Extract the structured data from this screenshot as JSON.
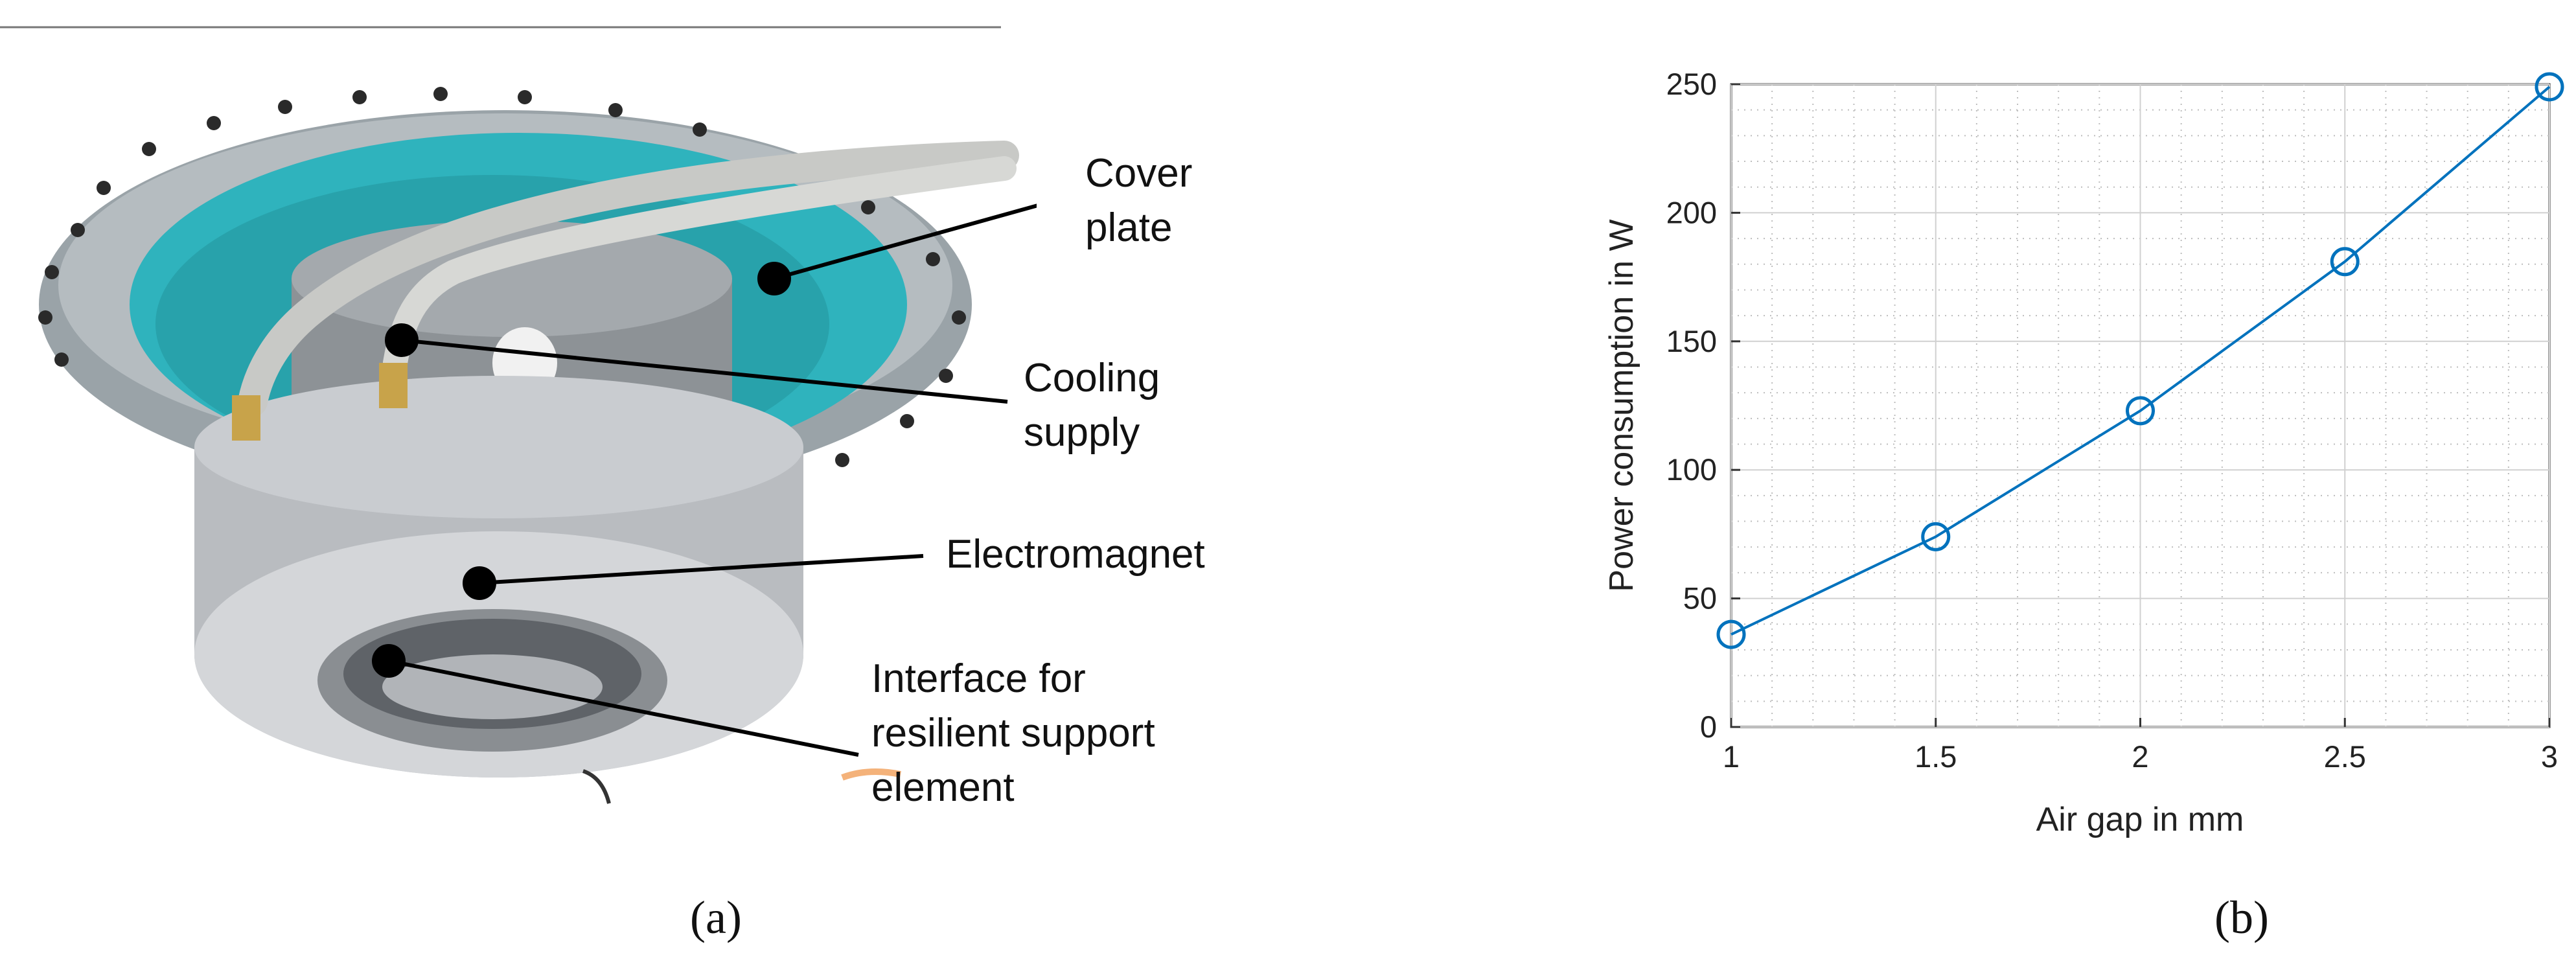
{
  "figure": {
    "panel_a_label": "(a)",
    "panel_b_label": "(b)"
  },
  "photo": {
    "callouts": [
      {
        "lines": [
          "Cover",
          "plate"
        ]
      },
      {
        "lines": [
          "Cooling",
          "supply"
        ]
      },
      {
        "lines": [
          "Electromagnet"
        ]
      },
      {
        "lines": [
          "Interface for",
          "resilient support",
          "element"
        ]
      }
    ],
    "colors": {
      "cover_plate": "#2fb3bd",
      "flange_ring": "#9aa3a8",
      "electromagnet": "#b9bcc0",
      "hose": "#c8c9c6"
    }
  },
  "chart_data": {
    "type": "line",
    "xlabel": "Air gap in mm",
    "ylabel": "Power consumption in W",
    "x": [
      1,
      1.5,
      2,
      2.5,
      3
    ],
    "x_ticks": [
      "1",
      "1.5",
      "2",
      "2.5",
      "3"
    ],
    "y_ticks": [
      "0",
      "50",
      "100",
      "150",
      "200",
      "250"
    ],
    "xlim": [
      1,
      3
    ],
    "ylim": [
      0,
      250
    ],
    "grid": true,
    "minor_grid": true,
    "series": [
      {
        "values": [
          36,
          74,
          123,
          181,
          249
        ],
        "color": "#0072bd",
        "marker": "circle"
      }
    ]
  }
}
